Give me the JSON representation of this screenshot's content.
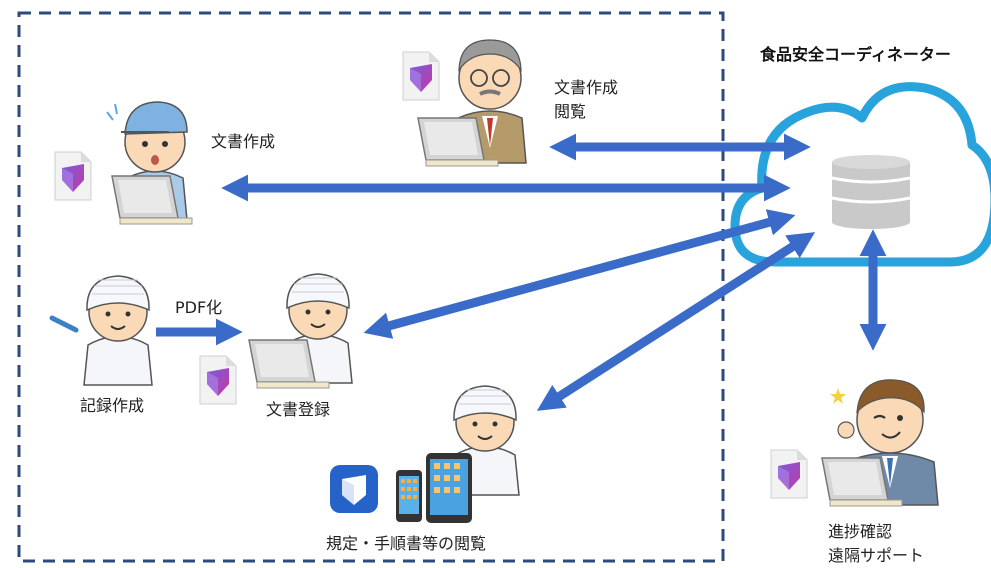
{
  "title": "食品安全コーディネーター",
  "labels": {
    "staff_top": "文書作成",
    "manager_line1": "文書作成",
    "manager_line2": "閲覧",
    "pdf": "PDF化",
    "record": "記録作成",
    "register": "文書登録",
    "browse": "規定・手順書等の閲覧",
    "progress": "進捗確認",
    "remote": "遠隔サポート"
  },
  "icons": {
    "document": "document-icon",
    "cloud": "cloud-icon",
    "database": "database-icon",
    "laptop": "laptop-icon",
    "app": "app-icon",
    "phone": "smartphone-icon",
    "tablet": "tablet-icon"
  },
  "colors": {
    "arrow": "#3A6BC8",
    "dashed_border": "#2C4A7C",
    "cloud": "#29A3DC",
    "app_bg": "#2563C9"
  }
}
